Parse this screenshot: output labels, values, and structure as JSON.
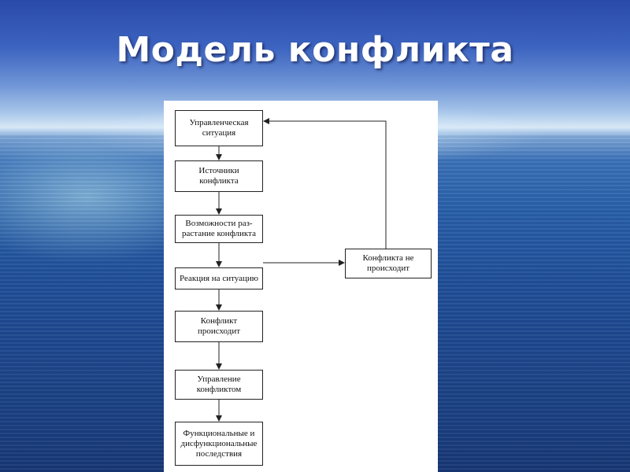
{
  "slide": {
    "title": "Модель конфликта"
  },
  "diagram": {
    "nodes": [
      {
        "id": "n1",
        "label": "Управленческая\nситуация"
      },
      {
        "id": "n2",
        "label": "Источники\nконфликта"
      },
      {
        "id": "n3",
        "label": "Возможности раз-\nрастание конфликта"
      },
      {
        "id": "n4",
        "label": "Реакция на ситуацию"
      },
      {
        "id": "n5",
        "label": "Конфликт\nпроисходит"
      },
      {
        "id": "n6",
        "label": "Управление\nконфликтом"
      },
      {
        "id": "n7",
        "label": "Функциональные и\nдисфункциональные\nпоследствия"
      },
      {
        "id": "n8",
        "label": "Конфликта не\nпроисходит"
      }
    ],
    "edges": [
      {
        "from": "n1",
        "to": "n2"
      },
      {
        "from": "n2",
        "to": "n3"
      },
      {
        "from": "n3",
        "to": "n4"
      },
      {
        "from": "n4",
        "to": "n5"
      },
      {
        "from": "n4",
        "to": "n8"
      },
      {
        "from": "n5",
        "to": "n6"
      },
      {
        "from": "n6",
        "to": "n7"
      },
      {
        "from": "n8",
        "to": "n1"
      }
    ]
  }
}
